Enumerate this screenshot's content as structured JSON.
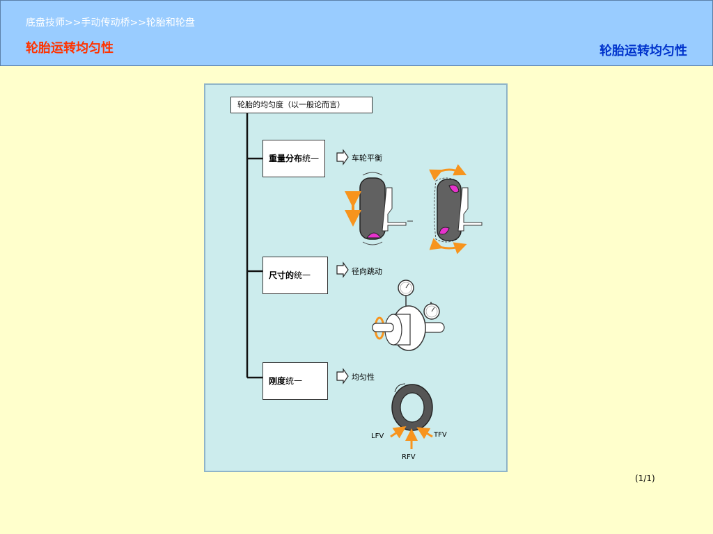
{
  "header": {
    "breadcrumb": "底盘技师>>手动传动桥>>轮胎和轮盘",
    "title_left": "轮胎运转均匀性",
    "title_right": "轮胎运转均匀性"
  },
  "diagram": {
    "heading": "轮胎的均匀度（以一般论而言）",
    "items": [
      {
        "label_bold": "重量分布",
        "label_rest": "统一",
        "result": "车轮平衡"
      },
      {
        "label_bold": "尺寸的",
        "label_rest": "统一",
        "result": "径向跳动"
      },
      {
        "label_bold": "刚度",
        "label_rest": "统一",
        "result": "均匀性"
      }
    ],
    "forces": {
      "lfv": "LFV",
      "tfv": "TFV",
      "rfv": "RFV"
    }
  },
  "page": {
    "number": "(1/1)"
  },
  "colors": {
    "header_bg": "#99ccff",
    "title_left": "#ff3300",
    "title_right": "#0033cc",
    "page_bg": "#ffffcc",
    "figure_bg": "#cceced",
    "accent_orange": "#f7941d",
    "weight_magenta": "#e633cc"
  }
}
